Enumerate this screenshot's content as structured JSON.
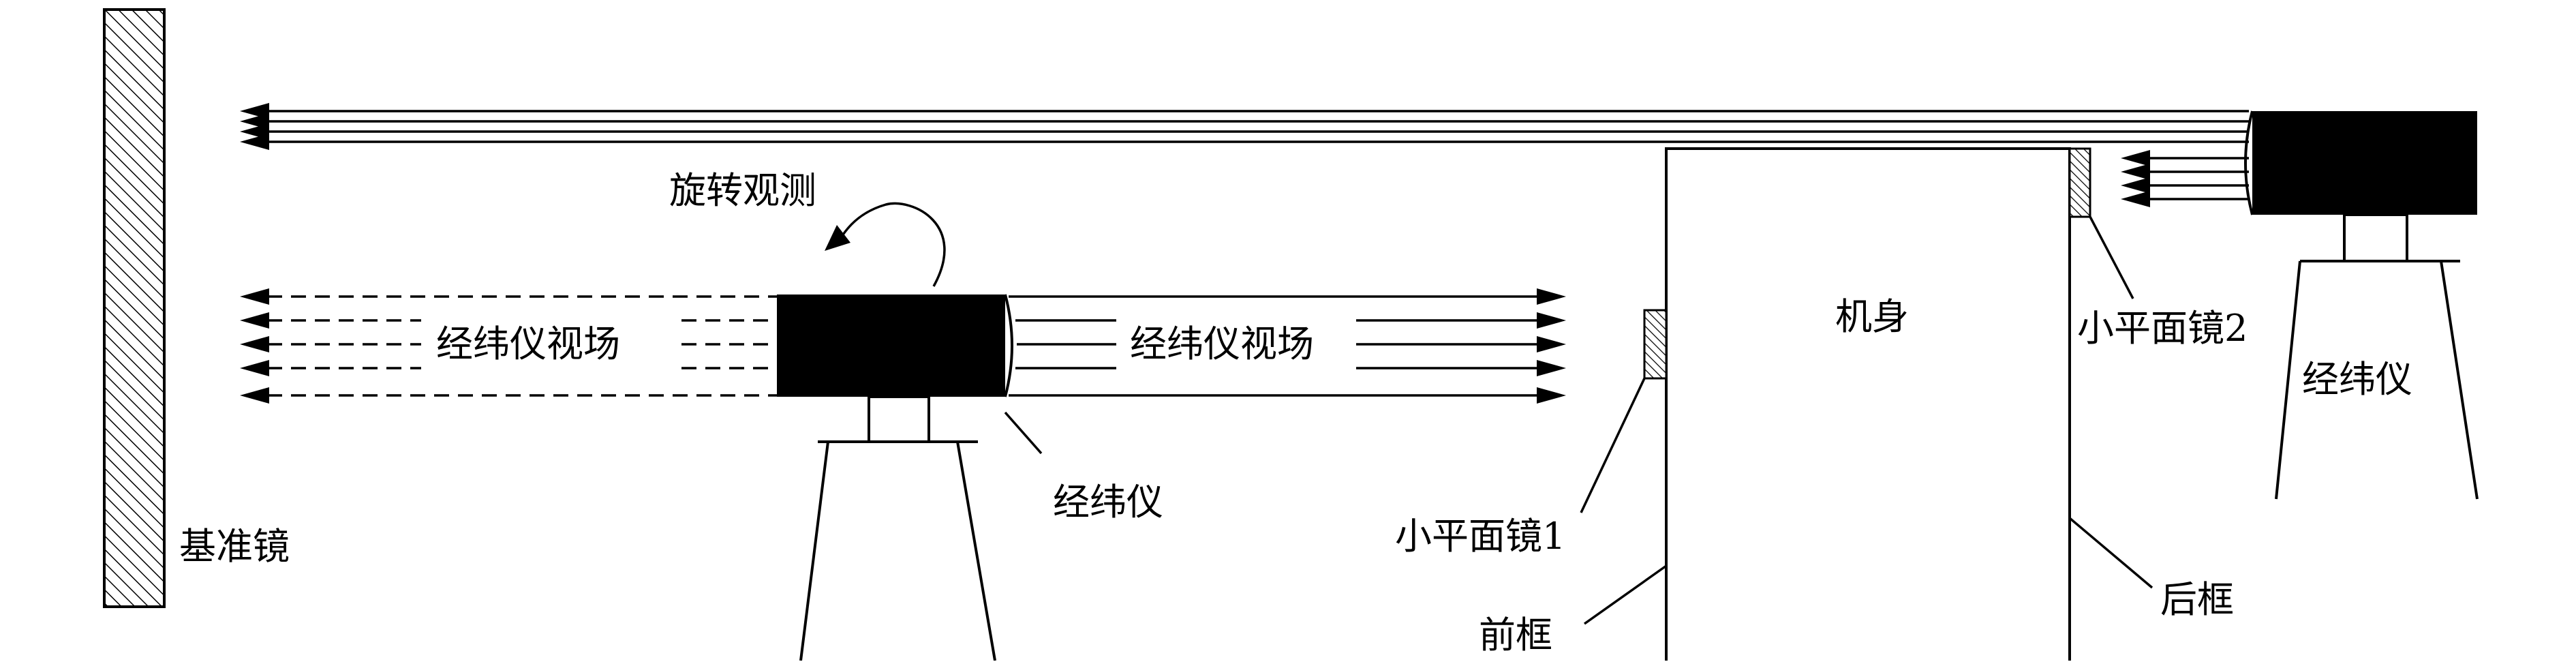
{
  "labels": {
    "reference_mirror": "基准镜",
    "rotate_observe": "旋转观测",
    "theodolite_fov_left": "经纬仪视场",
    "theodolite_fov_right": "经纬仪视场",
    "theodolite_center": "经纬仪",
    "theodolite_right": "经纬仪",
    "body": "机身",
    "small_mirror_1": "小平面镜1",
    "small_mirror_2": "小平面镜2",
    "front_frame": "前框",
    "rear_frame": "后框"
  },
  "colors": {
    "stroke": "#000000",
    "fill": "#000000",
    "background": "#ffffff"
  }
}
